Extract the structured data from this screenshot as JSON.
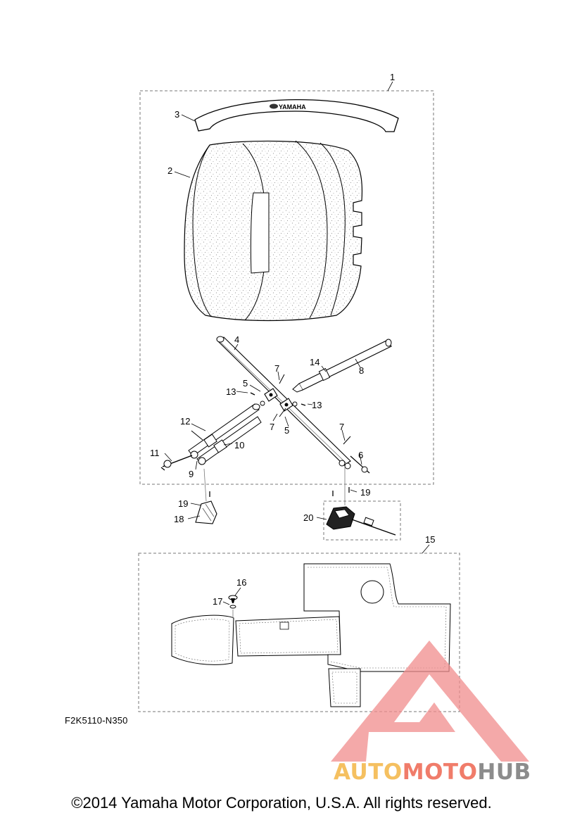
{
  "diagram": {
    "callouts": [
      "1",
      "2",
      "3",
      "4",
      "5",
      "5",
      "6",
      "7",
      "7",
      "7",
      "8",
      "9",
      "10",
      "11",
      "12",
      "13",
      "13",
      "14",
      "15",
      "16",
      "17",
      "18",
      "19",
      "19",
      "20"
    ],
    "bar_logo_text": "YAMAHA",
    "drawing_code": "F2K5110-N350",
    "copyright": "©2014 Yamaha Motor Corporation, U.S.A. All rights reserved."
  },
  "watermark": {
    "part1": "AUTO",
    "part2": "MOTO",
    "part3": "HUB",
    "colors": {
      "auto": "#f5c060",
      "moto": "#f07c6a",
      "hub": "#8c8c8c",
      "triangle": "#f08c8c"
    }
  }
}
